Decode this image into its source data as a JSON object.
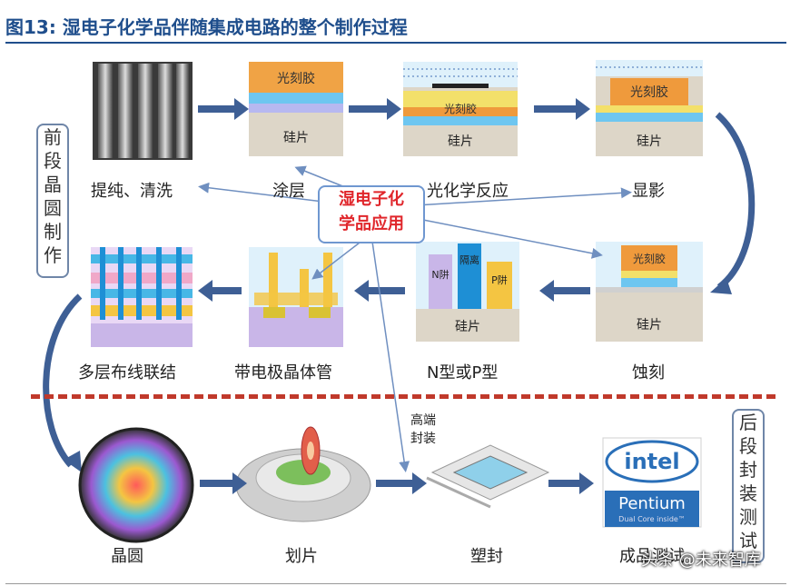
{
  "header": {
    "title": "图13:  湿电子化学品伴随集成电路的整个制作过程"
  },
  "side": {
    "front": [
      "前",
      "段",
      "晶",
      "圆",
      "制",
      "作"
    ],
    "back": [
      "后",
      "段",
      "封",
      "装",
      "测",
      "试"
    ]
  },
  "center": {
    "line1": "湿电子化",
    "line2": "学品应用"
  },
  "row1": {
    "steps": [
      "提纯、清洗",
      "涂层",
      "光化学反应",
      "显影"
    ]
  },
  "row2": {
    "steps": [
      "多层布线联结",
      "带电极晶体管",
      "N型或P型",
      "蚀刻"
    ]
  },
  "row3": {
    "steps": [
      "晶圆",
      "划片",
      "塑封",
      "成品测试"
    ]
  },
  "annot": {
    "gaoduan": "高端",
    "fengzhuang": "封装"
  },
  "diagram_text": {
    "photoresist": "光刻胶",
    "silicon": "硅片",
    "isolation": "隔离",
    "n_well": "N阱",
    "p_well": "P阱",
    "intel": "intel",
    "pentium": "Pentium",
    "dualcore": "Dual Core  inside™"
  },
  "watermark": "头条 @未来智库",
  "colors": {
    "accent": "#1f4e8c",
    "arrow": "#3e5f95",
    "highlight": "#e0262b",
    "dash": "#c0392b"
  }
}
